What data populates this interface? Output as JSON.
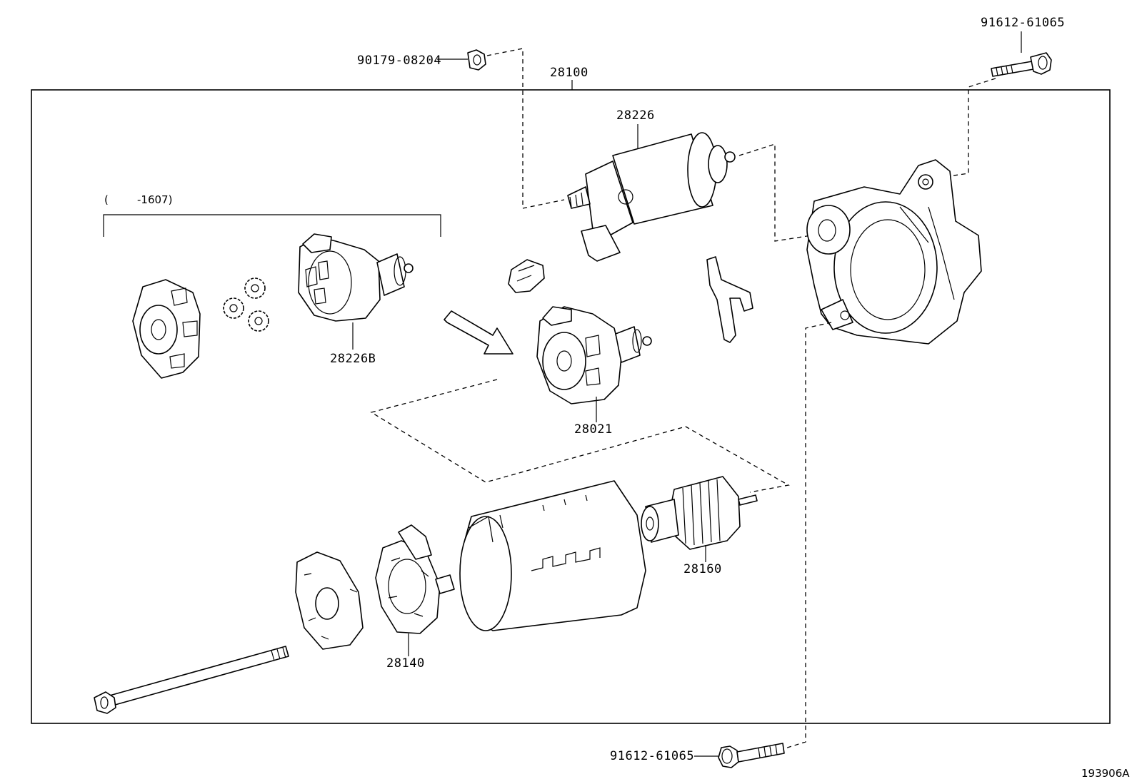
{
  "labels": {
    "assembly": "28100",
    "nut_top": "90179-08204",
    "bolt_top_right": "91612-61065",
    "bolt_bottom": "91612-61065",
    "solenoid": "28226",
    "gear_set": "28226B",
    "gear_housing": "28021",
    "armature": "28160",
    "brush_holder": "28140",
    "range_open": "(",
    "range_value": "-1607)",
    "figure_id": "193906A"
  }
}
